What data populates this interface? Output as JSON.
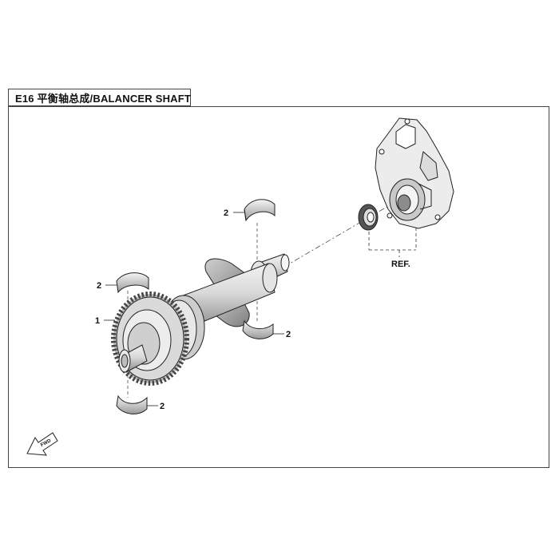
{
  "title": "E16 平衡轴总成/BALANCER SHAFT",
  "callouts": {
    "gear": "1",
    "bearing_top": "2",
    "bearing_left": "2",
    "bearing_right": "2",
    "bearing_bottom": "2"
  },
  "ref_label": "REF.",
  "fwd_label": "FWD"
}
